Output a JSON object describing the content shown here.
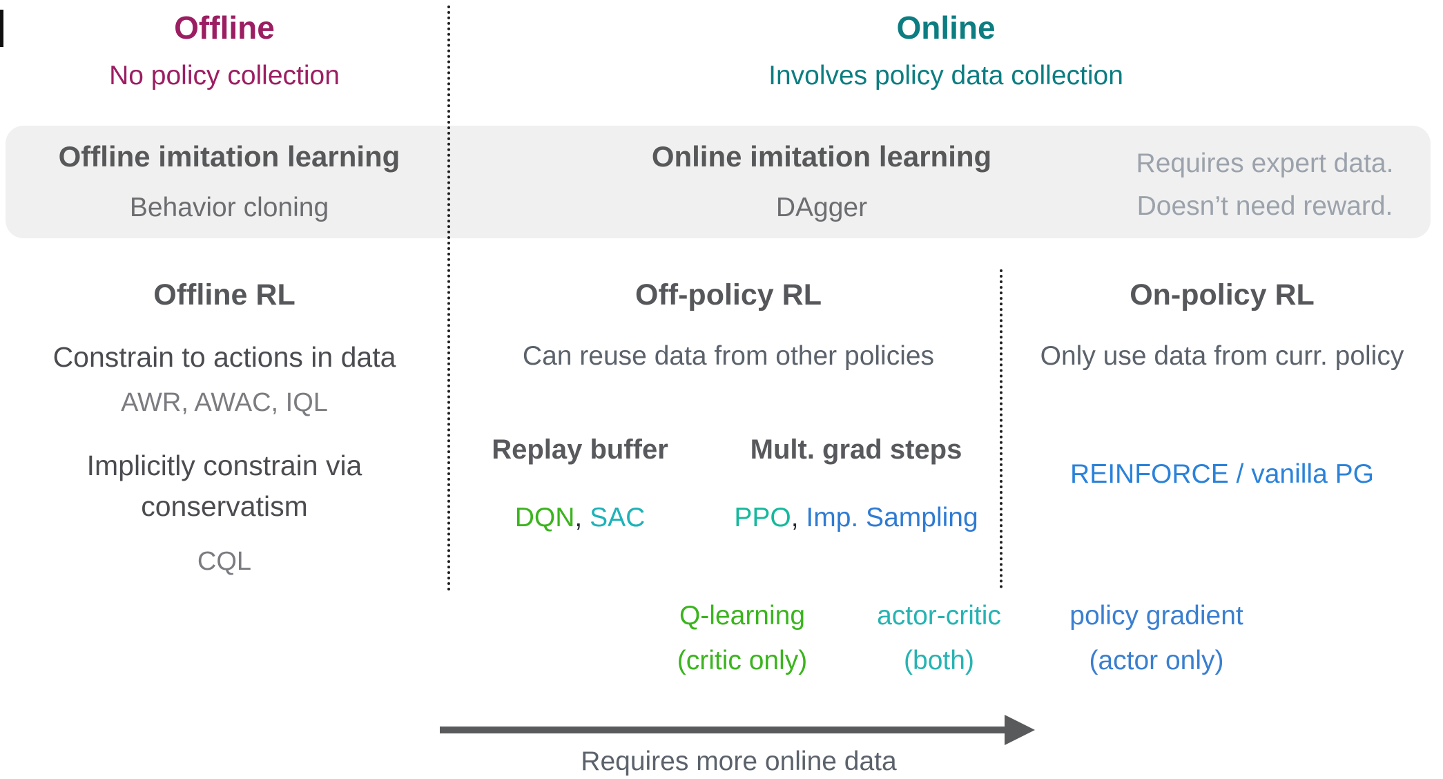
{
  "header": {
    "offline": {
      "title": "Offline",
      "subtitle": "No policy collection",
      "color": "#9c1e62"
    },
    "online": {
      "title": "Online",
      "subtitle": "Involves policy data collection",
      "color": "#0c7d81"
    }
  },
  "imitation_bar": {
    "band_color": "#f0f0f0",
    "offline": {
      "title": "Offline imitation learning",
      "subtitle": "Behavior cloning"
    },
    "online": {
      "title": "Online imitation learning",
      "subtitle": "DAgger"
    },
    "note_line1": "Requires expert data.",
    "note_line2": "Doesn’t need reward."
  },
  "columns": {
    "offline_rl": {
      "title": "Offline RL",
      "approach1": {
        "heading": "Constrain to actions in data",
        "methods": "AWR, AWAC, IQL"
      },
      "approach2": {
        "heading": "Implicitly constrain via conservatism",
        "methods": "CQL"
      }
    },
    "off_policy_rl": {
      "title": "Off-policy RL",
      "subtitle": "Can reuse data from other policies",
      "mechanisms": [
        {
          "heading": "Replay buffer",
          "algorithms": [
            {
              "text": "DQN",
              "color": "#3bb41e",
              "name": "algo-dqn"
            },
            {
              "text": ", ",
              "color": "#232a33",
              "name": "separator"
            },
            {
              "text": "SAC",
              "color": "#1eb2b8",
              "name": "algo-sac"
            }
          ]
        },
        {
          "heading": "Mult. grad steps",
          "algorithms": [
            {
              "text": "PPO",
              "color": "#14b99c",
              "name": "algo-ppo"
            },
            {
              "text": ", ",
              "color": "#232a33",
              "name": "separator"
            },
            {
              "text": "Imp. Sampling",
              "color": "#2e7bd3",
              "name": "algo-importance-sampling"
            }
          ]
        }
      ]
    },
    "on_policy_rl": {
      "title": "On-policy RL",
      "subtitle": "Only use data from curr. policy",
      "algorithm": {
        "text": "REINFORCE / vanilla PG",
        "color": "#2a82da"
      }
    }
  },
  "taxonomy": [
    {
      "label": "Q-learning",
      "sub": "(critic only)",
      "color": "#3bb41e"
    },
    {
      "label": "actor-critic",
      "sub": "(both)",
      "color": "#27b3b2"
    },
    {
      "label": "policy gradient",
      "sub": "(actor only)",
      "color": "#3a7fd0"
    }
  ],
  "axis": {
    "label": "Requires more online data",
    "arrow_color": "#595a5c"
  }
}
